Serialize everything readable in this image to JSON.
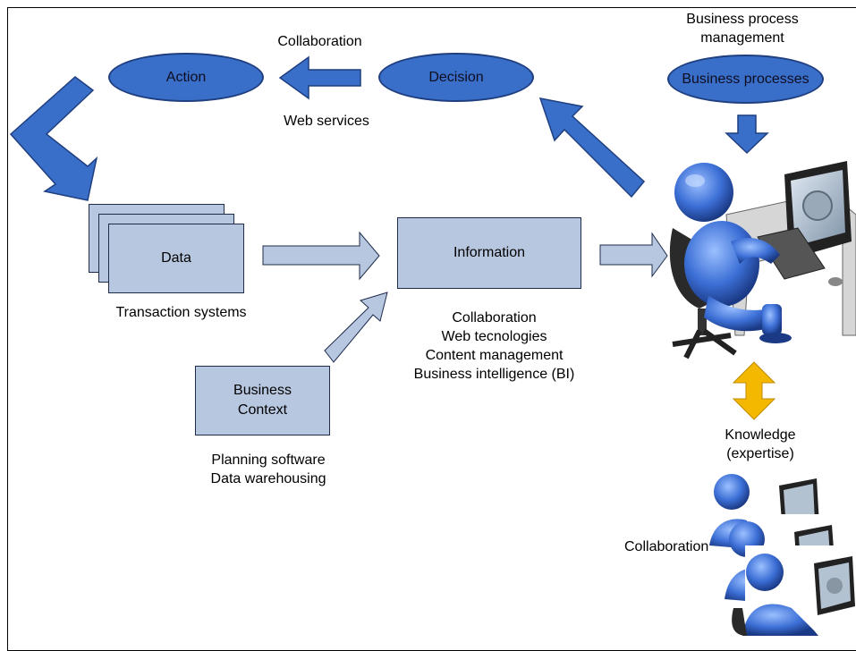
{
  "nodes": {
    "action": "Action",
    "decision": "Decision",
    "business_processes": "Business processes",
    "data": "Data",
    "information": "Information",
    "business_context_line1": "Business",
    "business_context_line2": "Context"
  },
  "labels": {
    "bpm_line1": "Business process",
    "bpm_line2": "management",
    "collaboration_top": "Collaboration",
    "web_services": "Web services",
    "transaction_systems": "Transaction systems",
    "info_tools": [
      "Collaboration",
      "Web tecnologies",
      "Content management",
      "Business intelligence (BI)"
    ],
    "planning_line1": "Planning software",
    "planning_line2": "Data warehousing",
    "knowledge_line1": "Knowledge",
    "knowledge_line2": "(expertise)",
    "collaboration_bottom": "Collaboration"
  },
  "colors": {
    "ellipse_fill": "#3a6fc9",
    "box_fill": "#b8c7e0",
    "blue_arrow": "#3a6fc9",
    "light_arrow": "#b8c7e0",
    "knowledge_arrow": "#f5b800"
  },
  "icons": [
    "user-at-computer-icon"
  ]
}
